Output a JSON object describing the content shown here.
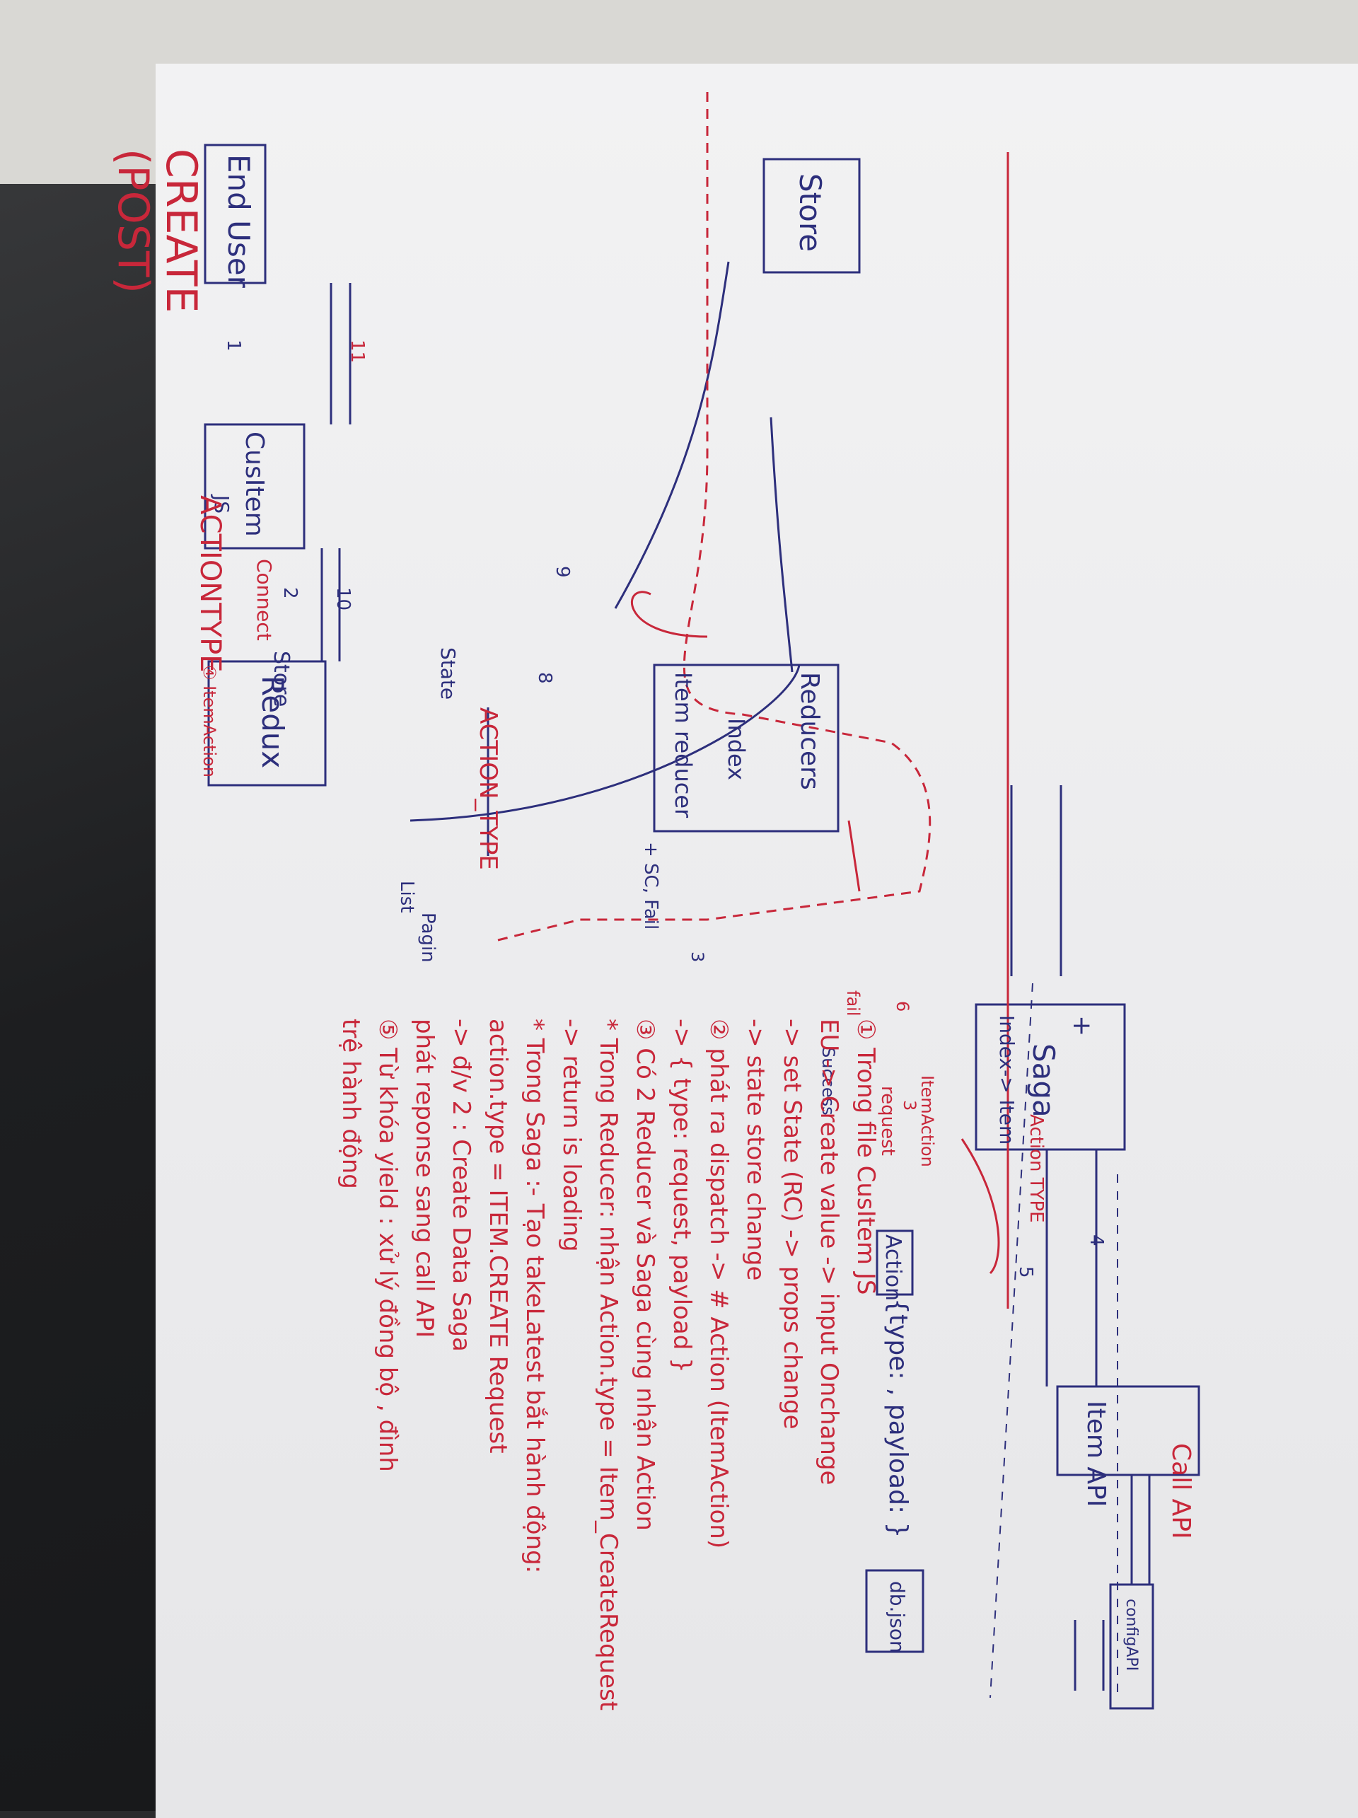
{
  "title": {
    "line1": "CREATE",
    "line2": "(POST)"
  },
  "boxes": {
    "end_user": "End User",
    "cus_item": "CusItem",
    "cus_item_ext": "JS",
    "store": "Store",
    "redux": "Redux",
    "action": "Action",
    "saga": "Saga",
    "saga_plus": "+",
    "saga_sub": "Index-> Item",
    "item_api": "Item API",
    "config_api": "configAPI",
    "db_json": "db.json",
    "reducers_title": "Reducers",
    "reducers_index": "Index",
    "reducers_item": "Item reducer"
  },
  "labels": {
    "action_type_top": "ACTIONTYPE",
    "item_action": "④ ItemAction",
    "item_action_2": "ItemAction",
    "action_type_2": "Action TYPE",
    "payload_obj": "{type: , payload: }",
    "call_api": "Call API",
    "connect": "Connect",
    "action_type_mid": "ACTION_TYPE",
    "n1": "1",
    "n11": "11",
    "n2": "2",
    "n10": "10",
    "n9": "9",
    "n3": "3",
    "n3b": "3",
    "n4": "4",
    "n5": "5",
    "n6": "6",
    "n8": "8",
    "request": "request",
    "success": "Success",
    "fail": "fail",
    "sc_fail": "+ SC, Fail",
    "store_side": "Store",
    "state_side": "State",
    "pagin": "Pagin",
    "list": "List"
  },
  "notes": [
    "① Trong file CusItem JS",
    "EU -> Create value -> input Onchange",
    "-> set State (RC) -> props change",
    "-> state store change",
    "② phát ra dispatch -> # Action (ItemAction)",
    "-> { type: request, payload }",
    "③ Có 2 Reducer và Saga cùng nhận Action",
    "* Trong Reducer: nhận Action.type = Item_CreateRequest",
    "-> return is loading",
    "* Trong Saga :- Tạo takeLatest bắt hành động:",
    "action.type = ITEM.CREATE Request",
    "-> đ/v 2 : Create Data Saga",
    "phát reponse sang call API",
    "⑤ Từ khóa yield : xử lý đồng bộ , đình",
    "trệ hành động"
  ],
  "colors": {
    "blue_ink": "#2d2f7c",
    "red_ink": "#c8273a",
    "paper": "#eeeef0"
  }
}
